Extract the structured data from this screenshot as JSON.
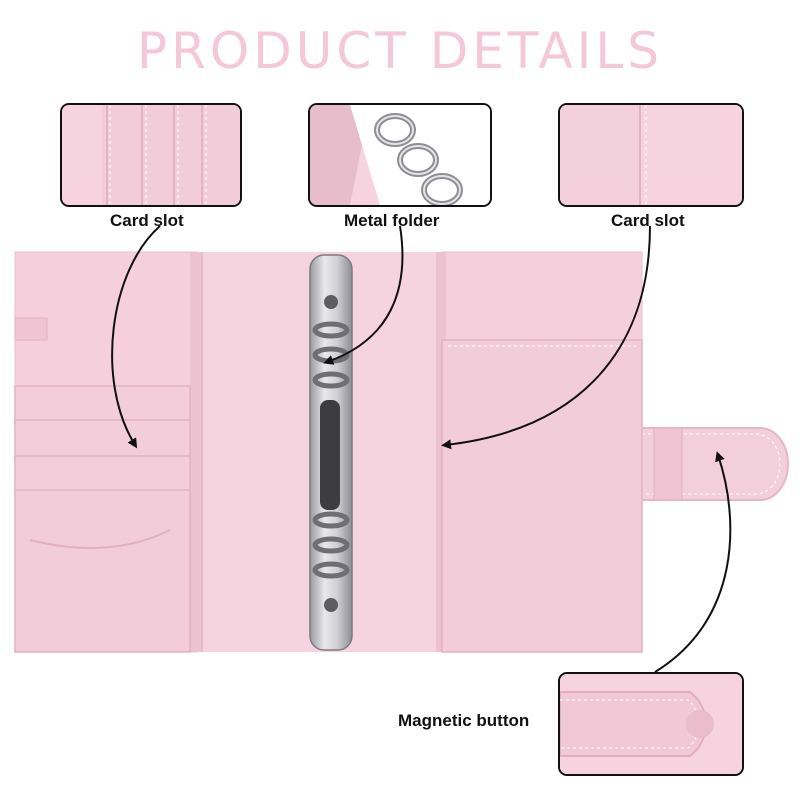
{
  "title": "PRODUCT DETAILS",
  "labels": {
    "card_slot_left": "Card slot",
    "metal_folder": "Metal folder",
    "card_slot_right": "Card slot",
    "magnetic_button": "Magnetic button"
  },
  "colors": {
    "title": "#f4c8d6",
    "leather": "#f6d3df",
    "leather_dark": "#e8bccb",
    "metal": "#c9c9cc"
  }
}
